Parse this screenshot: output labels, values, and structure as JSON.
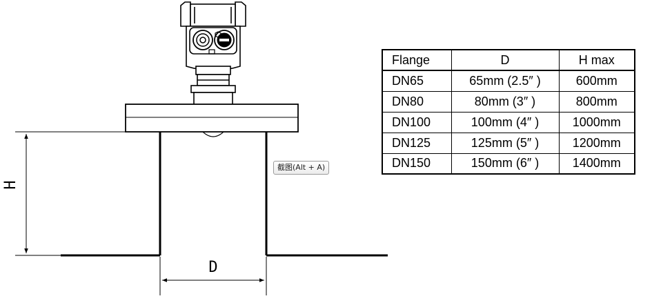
{
  "diagram": {
    "height_label": "H",
    "diameter_label": "D"
  },
  "tooltip": {
    "text": "截图(Alt + A)"
  },
  "table": {
    "headers": [
      "Flange",
      "D",
      "H  max"
    ],
    "rows": [
      [
        "DN65",
        "65mm  (2.5″ )",
        "600mm"
      ],
      [
        "DN80",
        "80mm  (3″ )",
        "800mm"
      ],
      [
        "DN100",
        "100mm (4″ )",
        "1000mm"
      ],
      [
        "DN125",
        "125mm (5″ )",
        "1200mm"
      ],
      [
        "DN150",
        "150mm (6″ )",
        "1400mm"
      ]
    ]
  }
}
